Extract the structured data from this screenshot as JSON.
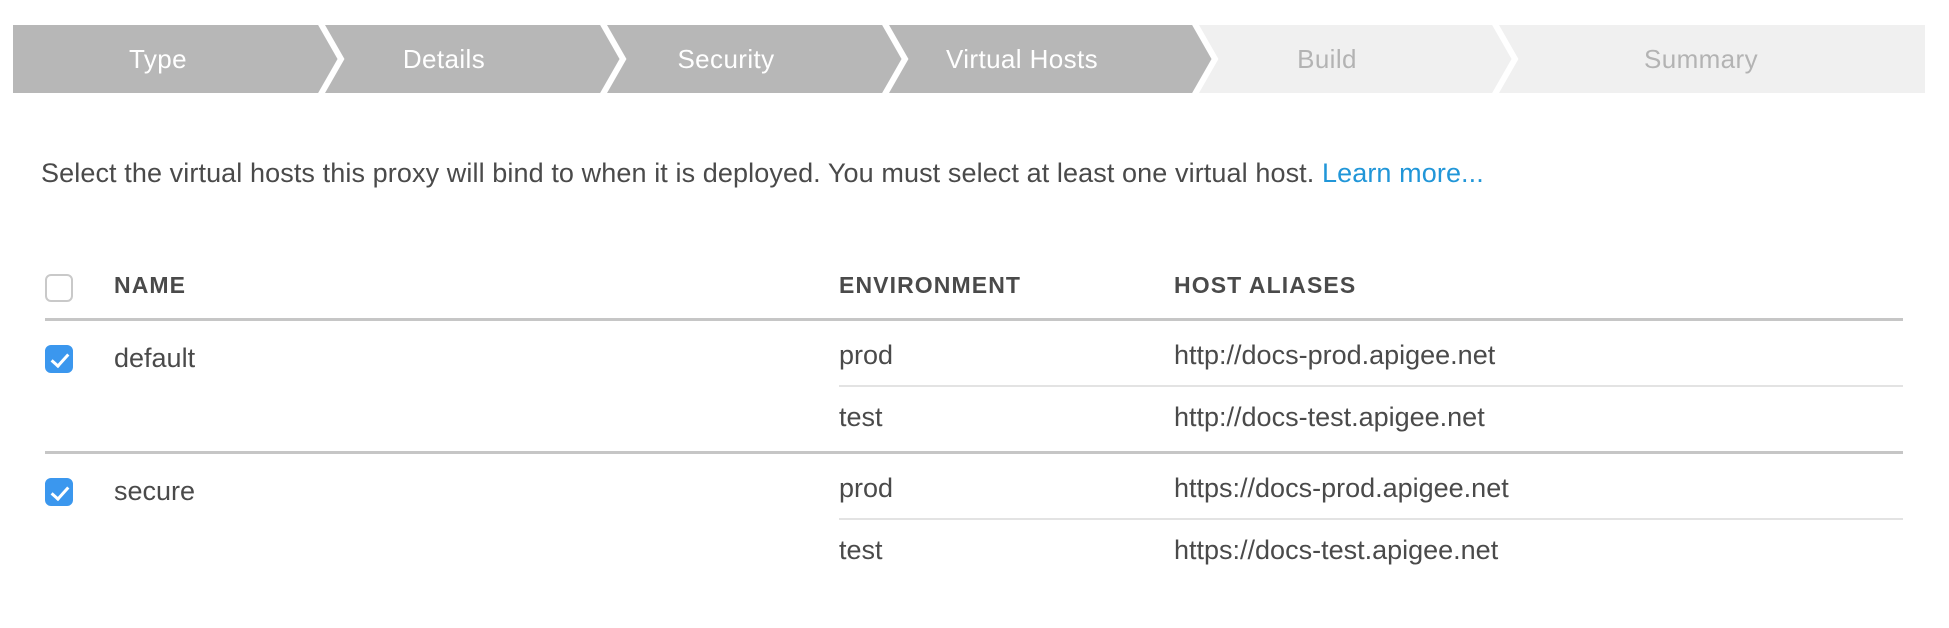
{
  "wizard": {
    "steps": [
      {
        "label": "Type",
        "state": "active"
      },
      {
        "label": "Details",
        "state": "active"
      },
      {
        "label": "Security",
        "state": "active"
      },
      {
        "label": "Virtual Hosts",
        "state": "active"
      },
      {
        "label": "Build",
        "state": "inactive"
      },
      {
        "label": "Summary",
        "state": "inactive"
      }
    ],
    "active_color": "#b7b7b7",
    "inactive_color": "#f0f0f0",
    "active_text_color": "#ffffff",
    "inactive_text_color": "#b3b3b3"
  },
  "description": {
    "text": "Select the virtual hosts this proxy will bind to when it is deployed. You must select at least one virtual host.",
    "link_label": "Learn more...",
    "link_color": "#2196d8"
  },
  "table": {
    "headers": {
      "name": "NAME",
      "environment": "ENVIRONMENT",
      "host_aliases": "HOST ALIASES"
    },
    "select_all_checked": false,
    "accent_color": "#3b97ee",
    "rows": [
      {
        "name": "default",
        "checked": true,
        "entries": [
          {
            "environment": "prod",
            "host_alias": "http://docs-prod.apigee.net"
          },
          {
            "environment": "test",
            "host_alias": "http://docs-test.apigee.net"
          }
        ]
      },
      {
        "name": "secure",
        "checked": true,
        "entries": [
          {
            "environment": "prod",
            "host_alias": "https://docs-prod.apigee.net"
          },
          {
            "environment": "test",
            "host_alias": "https://docs-test.apigee.net"
          }
        ]
      }
    ]
  }
}
